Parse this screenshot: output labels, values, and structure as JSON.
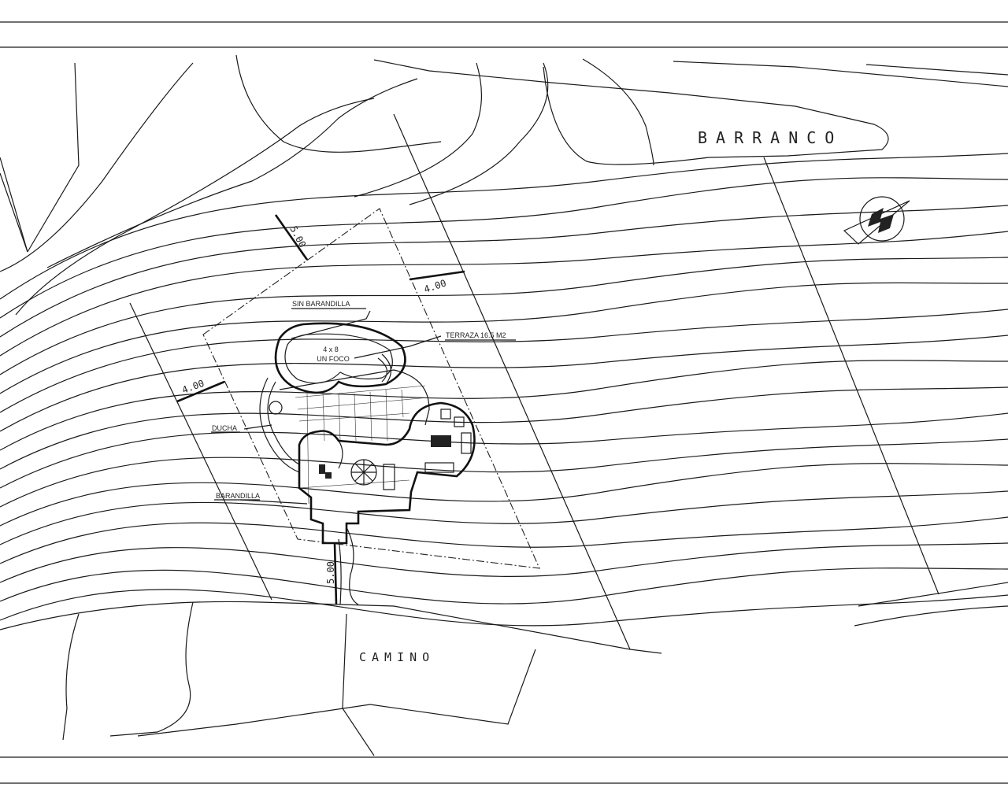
{
  "drawing": {
    "labels": {
      "barranco": "BARRANCO",
      "camino": "CAMINO",
      "setback_top": "5.00",
      "setback_bottom": "5.00",
      "setback_left": "4.00",
      "setback_right": "4.00",
      "sin_barandilla": "SIN BARANDILLA",
      "terraza": "TERRAZA 16.5 M2",
      "pool_size": "4 x 8",
      "pool_light": "UN FOCO",
      "ducha": "DUCHA",
      "barandilla": "BARANDILLA"
    },
    "north_arrow": {
      "icon": "north-arrow-icon",
      "letter": "N"
    },
    "line_color": "#1a1a1a",
    "background": "#ffffff"
  }
}
